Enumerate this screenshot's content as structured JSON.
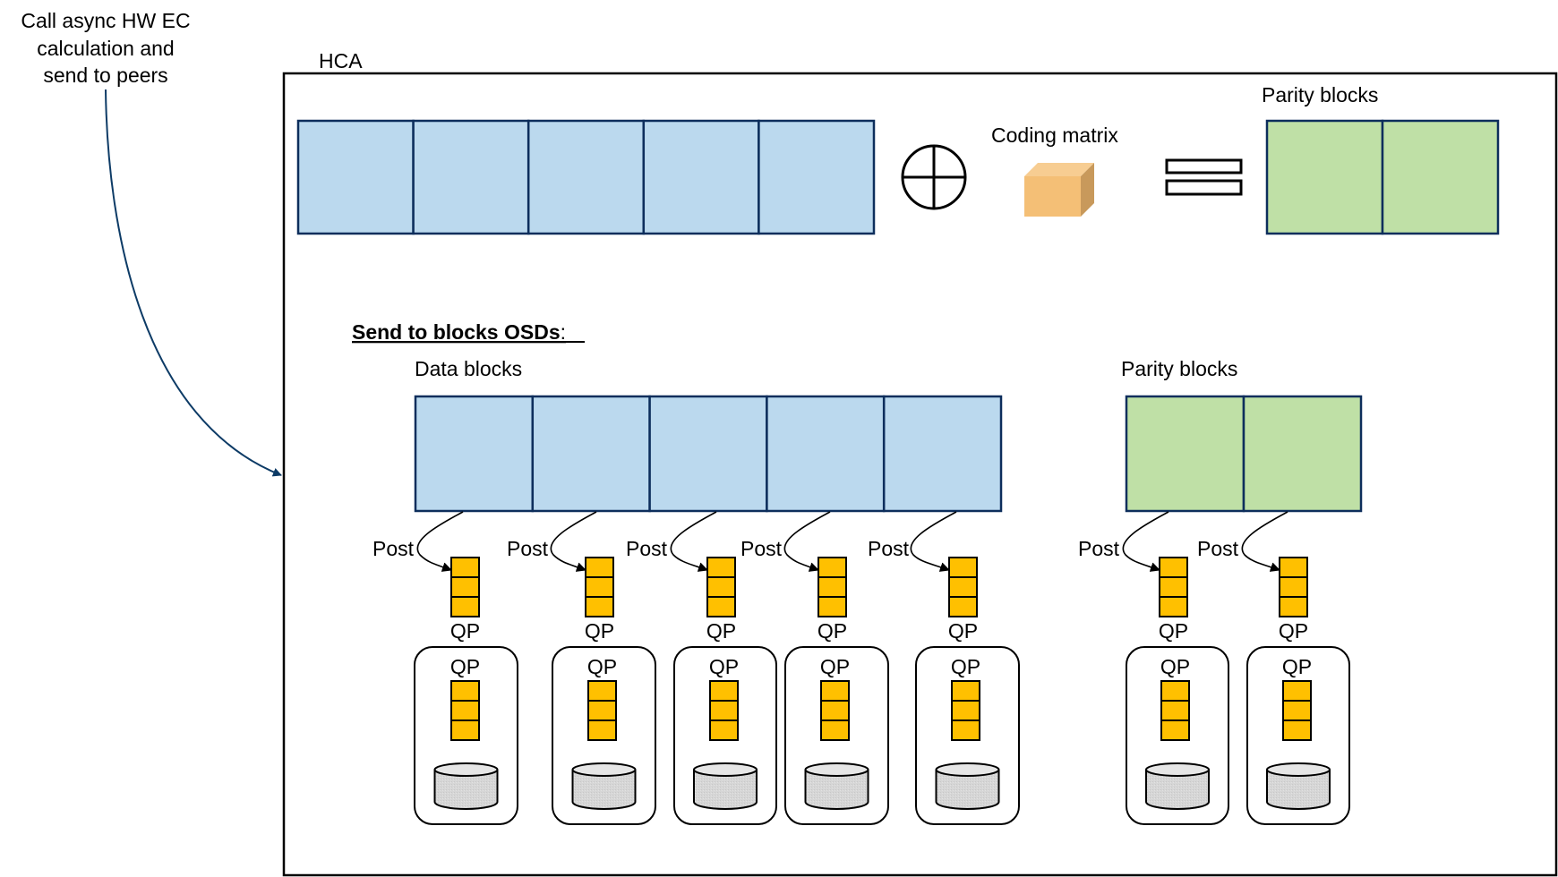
{
  "caller_note": {
    "lines": [
      "Call async HW EC",
      "calculation and",
      "send to peers"
    ]
  },
  "hca": {
    "label": "HCA",
    "encode_row": {
      "data_block_count": 5,
      "operator_symbol": "xor-circle",
      "coding_matrix_label": "Coding matrix",
      "equals_symbol": "equals",
      "parity_label": "Parity blocks",
      "parity_block_count": 2
    },
    "send_section": {
      "heading": "Send to blocks OSDs",
      "heading_suffix": ":",
      "data_label": "Data blocks",
      "parity_label": "Parity blocks",
      "post_label": "Post",
      "qp_label": "QP",
      "data_osds": 5,
      "parity_osds": 2
    }
  },
  "colors": {
    "data_block": "#bbd9ee",
    "parity_block": "#bfe0a6",
    "block_border": "#0d2e5c",
    "queue_fill": "#ffc000",
    "cube_front": "#f4bf76",
    "cube_top": "#f7cd92",
    "cube_side": "#c8995b",
    "disk_fill": "#d9d9d9",
    "arrow": "#0d3b66"
  }
}
